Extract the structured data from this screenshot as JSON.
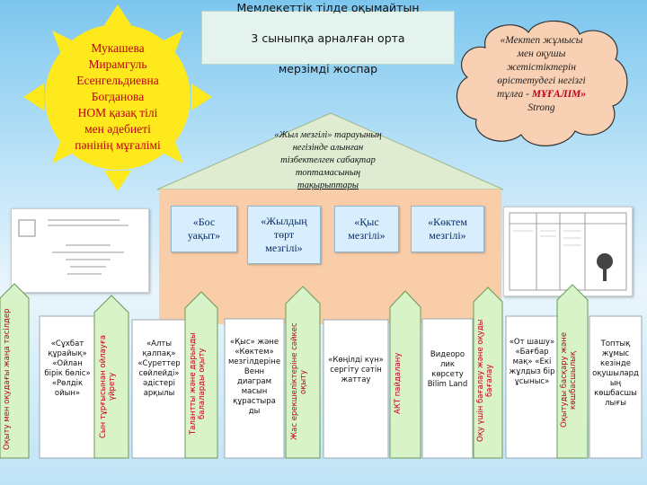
{
  "teacher_card": {
    "lines": [
      "Мукашева",
      "Мирамгуль",
      "Есенгельдиевна",
      "Богданова",
      "НОМ қазақ тілі",
      "мен әдебиеті",
      "пәнінің мұғалімі"
    ]
  },
  "title": {
    "line1": "Мемлекеттік тілде оқымайтын",
    "line2": "3 сыныпқа арналған орта",
    "line3": "мерзімді жоспар"
  },
  "cloud": {
    "line1": "«Мектеп жұмысы",
    "line2": "мен оқушы",
    "line3": "жетістіктерін",
    "line4": "өрістетудегі негізгі",
    "line5_a": "тұлға - ",
    "line5_b": "МҰҒАЛІМ»",
    "line6": "Strong"
  },
  "roof": {
    "line1": "«Жыл мезгілі» тарауының",
    "line2": "негізінде алынған",
    "line3": "тізбектелген сабақтар",
    "line4": "топтамасының",
    "line5": "тақырыптары"
  },
  "seasons": [
    {
      "line1": "«Бос",
      "line2": "уақыт»",
      "line3": ""
    },
    {
      "line1": "«Жылдың",
      "line2": "төрт",
      "line3": "мезгілі»"
    },
    {
      "line1": "«Қыс",
      "line2": "мезгілі»",
      "line3": ""
    },
    {
      "line1": "«Көктем",
      "line2": "мезгілі»",
      "line3": ""
    }
  ],
  "strategies": [
    {
      "label": "Оқыту мен оқудағы жаңа тәсілдер"
    },
    {
      "label": "Сын тұрғысынан ойлауға үйрету"
    },
    {
      "label": "Талантты және дарынды балаларды оқыту"
    },
    {
      "label": "Жас ерекшеліктеріне сәйкес оқыту"
    },
    {
      "label": "АКТ пайдалану"
    },
    {
      "label": "Оқу үшін бағалау және оқуды бағалау"
    },
    {
      "label": "Оқытуды басқару және көшбасшылық"
    }
  ],
  "activities": [
    {
      "text": "«Сұхбат құрайық» «Ойлан бірік бөліс» «Рөлдік ойын»"
    },
    {
      "text": "«Алты қалпақ» «Суреттер сөйлейді» әдістері арқылы"
    },
    {
      "text": "«Қыс» және «Көктем» мезгілдеріне Венн диаграм масын құрастыра ды"
    },
    {
      "text": "«Көңілді күн» сергіту сәтін жаттау"
    },
    {
      "text": "Видеоро лик көрсету Bilim Land"
    },
    {
      "text": "«От шашу» «Бағбар мақ» «Екі жұлдыз бір ұсыныс»"
    },
    {
      "text": "Топтық жұмыс кезінде оқушылард ың көшбасшы лығы"
    }
  ],
  "colors": {
    "sun": "#fde91c",
    "sun_text": "#c0001a",
    "cloud": "#f8d0b3",
    "house": "#f9cda8",
    "roof": "#dfecd1",
    "arrow": "#d8f3c8"
  }
}
